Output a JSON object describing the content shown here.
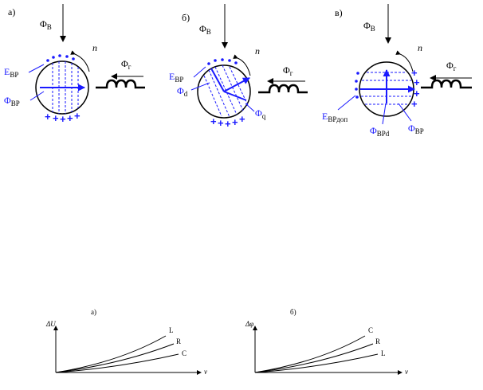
{
  "colors": {
    "ink": "#000000",
    "accent": "#1a1aff"
  },
  "panels": [
    {
      "letter": "а)",
      "phi_v": "Φ",
      "phi_v_sub": "B",
      "rotation": "n",
      "phi_g": "Φ",
      "phi_g_sub": "г",
      "e_vr": "E",
      "e_vr_sub": "BP",
      "phi_vr": "Φ",
      "phi_vr_sub": "BP"
    },
    {
      "letter": "б)",
      "phi_v": "Φ",
      "phi_v_sub": "B",
      "rotation": "n",
      "phi_g": "Φ",
      "phi_g_sub": "г",
      "e_vr": "E",
      "e_vr_sub": "BP",
      "phi_d": "Φ",
      "phi_d_sub": "d",
      "phi_q": "Φ",
      "phi_q_sub": "q"
    },
    {
      "letter": "в)",
      "phi_v": "Φ",
      "phi_v_sub": "B",
      "rotation": "n",
      "phi_g": "Φ",
      "phi_g_sub": "г",
      "e_vr": "E",
      "e_vr_sub": "BPдоп",
      "phi_vrd": "Φ",
      "phi_vrd_sub": "BPd",
      "phi_vr": "Φ",
      "phi_vr_sub": "BP"
    }
  ],
  "plots": [
    {
      "letter": "а)",
      "ylabel": "ΔU",
      "xlabel": "v",
      "curves": [
        "L",
        "R",
        "C"
      ]
    },
    {
      "letter": "б)",
      "ylabel": "Δφ",
      "xlabel": "v",
      "curves": [
        "C",
        "R",
        "L"
      ]
    }
  ]
}
